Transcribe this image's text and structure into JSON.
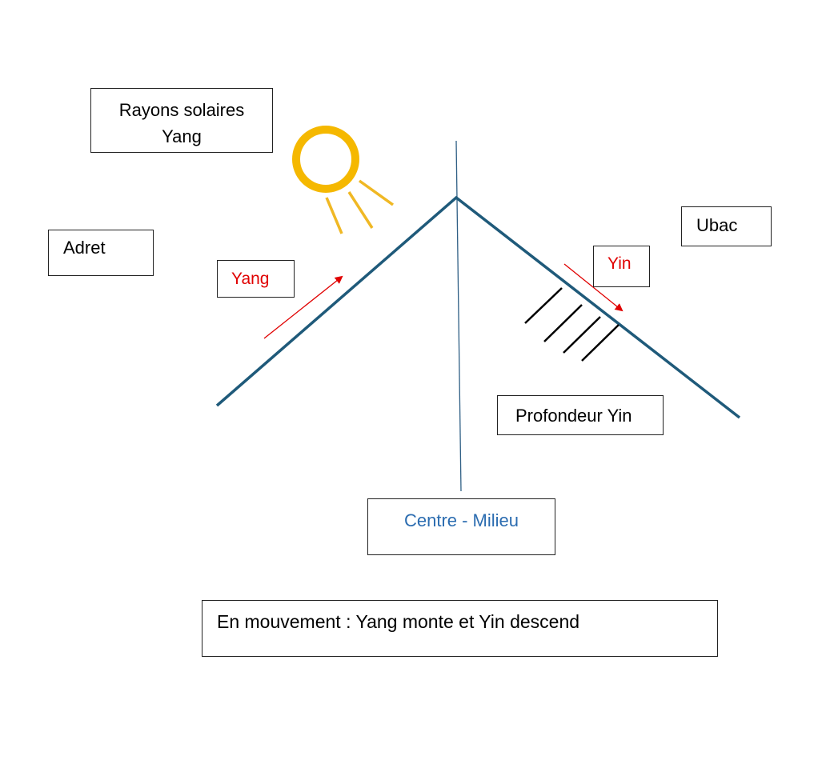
{
  "labels": {
    "sun_rays": "Rayons solaires",
    "sun_rays_sub": "Yang",
    "adret": "Adret",
    "yang": "Yang",
    "ubac": "Ubac",
    "yin": "Yin",
    "depth": "Profondeur Yin",
    "center": "Centre - Milieu",
    "movement": "En mouvement : Yang monte et Yin descend"
  },
  "colors": {
    "mountain": "#1f5a7a",
    "sun": "#f5b800",
    "arrow": "#e00000",
    "center_text": "#2b6cb0"
  }
}
